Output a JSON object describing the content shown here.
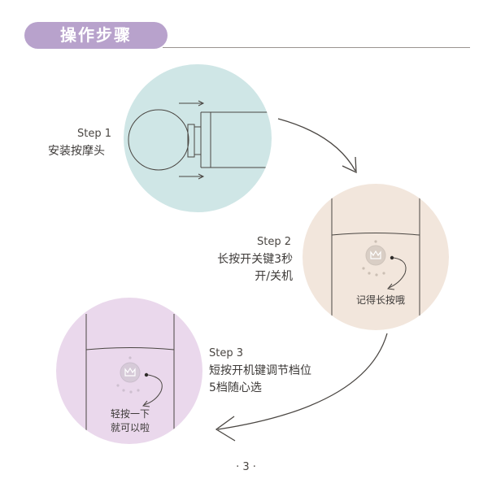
{
  "header": {
    "title": "操作步骤"
  },
  "steps": [
    {
      "label": "Step 1",
      "desc": [
        "安装按摩头"
      ]
    },
    {
      "label": "Step 2",
      "desc": [
        "长按开关键3秒",
        "开/关机"
      ],
      "note": [
        "记得长按哦"
      ]
    },
    {
      "label": "Step 3",
      "desc": [
        "短按开机键调节档位",
        "5档随心选"
      ],
      "note": [
        "轻按一下",
        "就可以啦"
      ]
    }
  ],
  "page": {
    "number": "· 3 ·"
  },
  "colors": {
    "accent": "#b8a2cc",
    "step1_circle": "#cfe6e6",
    "step2_circle": "#f2e6dc",
    "step3_circle": "#ead8ec",
    "line": "#4a4642"
  },
  "icons": [
    "flow-arrow-icon",
    "power-button-icon",
    "press-pointer-icon",
    "direction-arrow-icon"
  ]
}
